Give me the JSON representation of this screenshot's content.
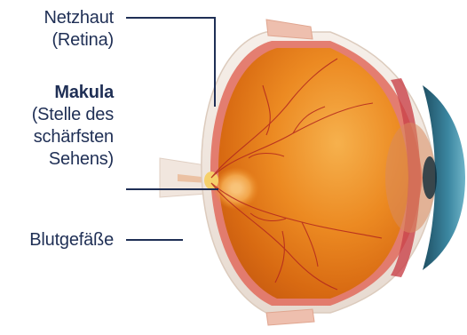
{
  "labels": {
    "netzhaut": {
      "line1": "Netzhaut",
      "line2": "(Retina)"
    },
    "makula": {
      "title": "Makula",
      "line1": "(Stelle des",
      "line2": "schärfsten",
      "line3": "Sehens)"
    },
    "blutgefaesse": {
      "text": "Blutgefäße"
    }
  },
  "colors": {
    "label_text": "#1f2f55",
    "leader_line": "#1f2f55",
    "retina_orange": "#e8841c",
    "macula_center": "#f2a54a",
    "sclera": "#f3ece6",
    "lens_blue": "#2f6f86",
    "vessel_red": "#b3261e"
  }
}
